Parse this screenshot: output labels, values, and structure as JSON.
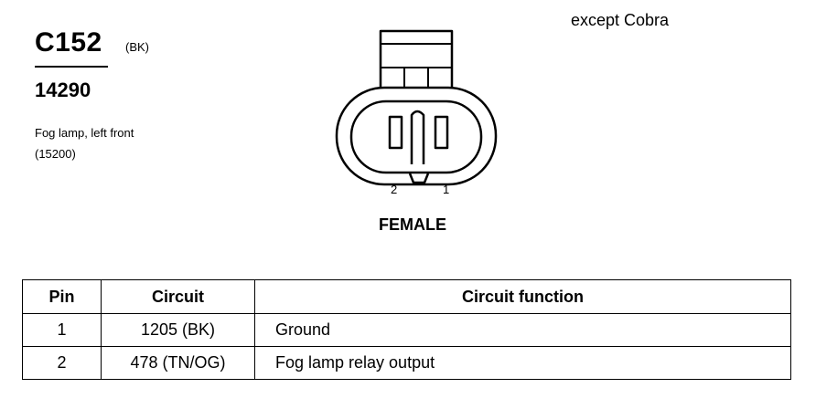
{
  "connector": {
    "id": "C152",
    "color_code": "(BK)",
    "part_number": "14290",
    "description_line1": "Fog lamp, left front",
    "description_line2": "(15200)",
    "variant_note": "except Cobra"
  },
  "diagram": {
    "pin_left_label": "2",
    "pin_right_label": "1",
    "gender": "FEMALE"
  },
  "table": {
    "headers": [
      "Pin",
      "Circuit",
      "Circuit function"
    ],
    "rows": [
      [
        "1",
        "1205 (BK)",
        "Ground"
      ],
      [
        "2",
        "478 (TN/OG)",
        "Fog lamp relay output"
      ]
    ]
  }
}
